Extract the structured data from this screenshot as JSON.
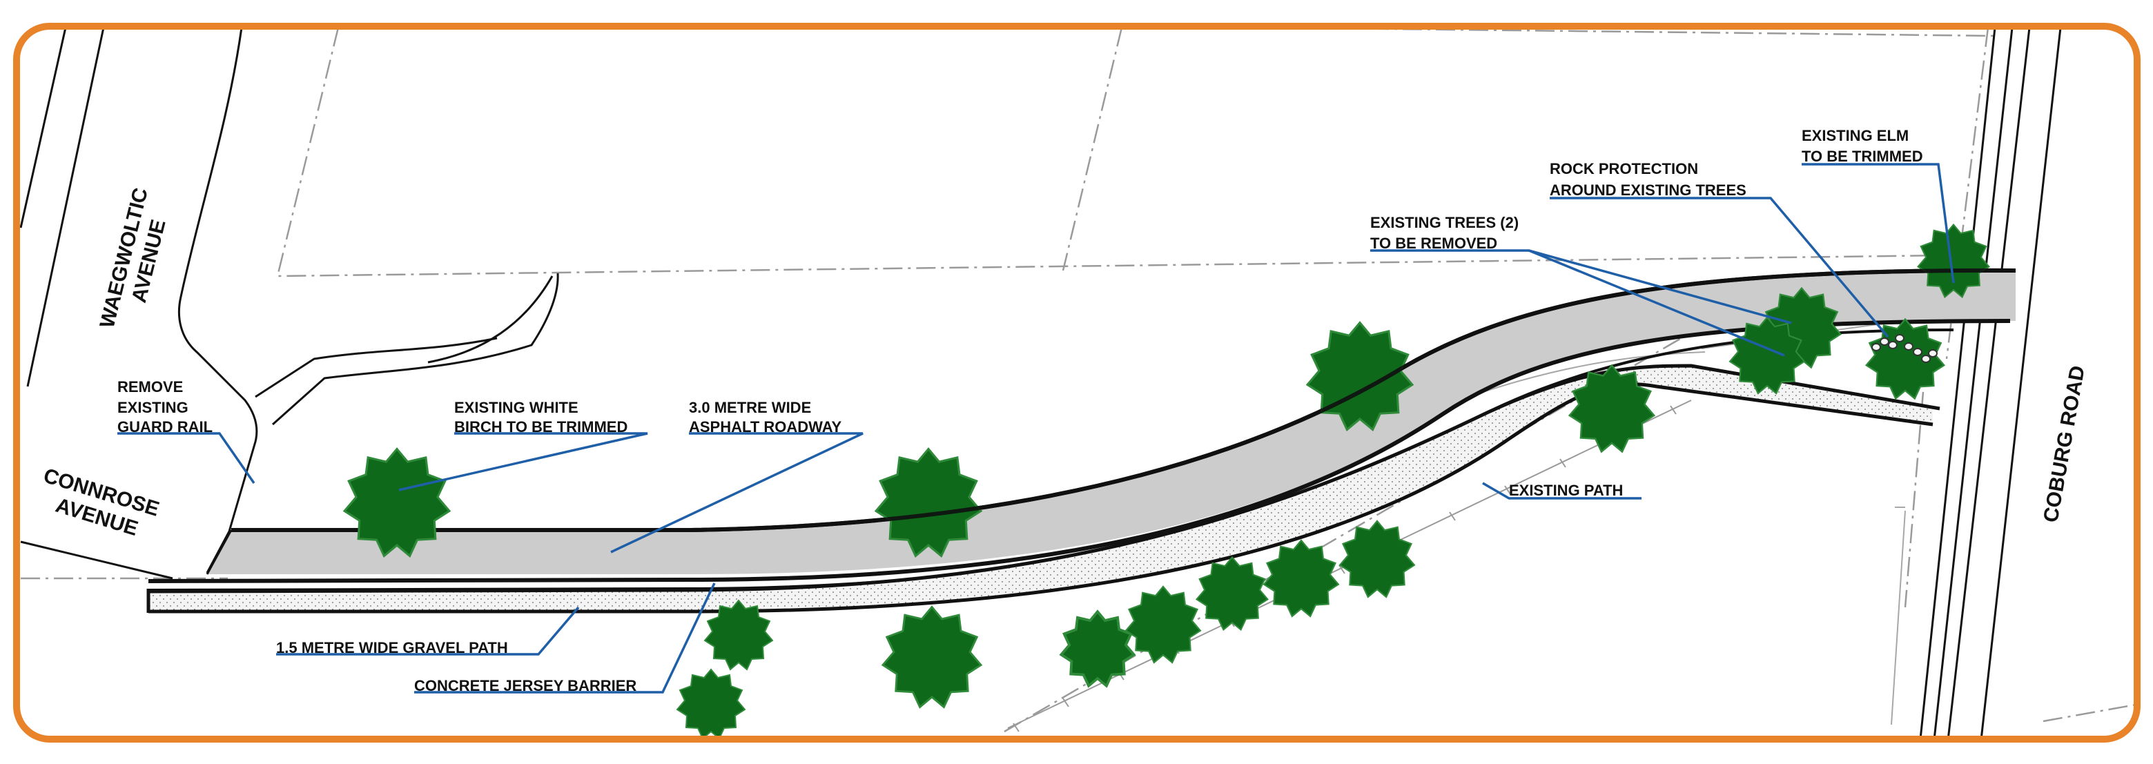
{
  "colors": {
    "frame": "#e8832a",
    "tree": "#0e6a1a",
    "tree_edge": "#2f8a39",
    "leader": "#1f5fa8",
    "roadway": "#cccccc",
    "gravel": "#eeeeee"
  },
  "streets": {
    "waegwoltic_line1": "WAEGWOLTIC",
    "waegwoltic_line2": "AVENUE",
    "connrose_line1": "CONNROSE",
    "connrose_line2": "AVENUE",
    "coburg": "COBURG ROAD"
  },
  "labels": {
    "remove_guard_rail": [
      "REMOVE",
      "EXISTING",
      "GUARD RAIL"
    ],
    "birch": [
      "EXISTING WHITE",
      "BIRCH TO BE TRIMMED"
    ],
    "asphalt": [
      "3.0 METRE WIDE",
      "ASPHALT ROADWAY"
    ],
    "gravel_path": [
      "1.5 METRE WIDE GRAVEL PATH"
    ],
    "jersey_barrier": [
      "CONCRETE JERSEY BARRIER"
    ],
    "existing_path": [
      "EXISTING PATH"
    ],
    "trees_removed": [
      "EXISTING TREES (2)",
      "TO BE REMOVED"
    ],
    "rock_protection": [
      "ROCK PROTECTION",
      "AROUND EXISTING TREES"
    ],
    "elm": [
      "EXISTING ELM",
      "TO BE TRIMMED"
    ]
  },
  "icons": {
    "tree": "tree-icon",
    "rock": "rock-icon"
  }
}
